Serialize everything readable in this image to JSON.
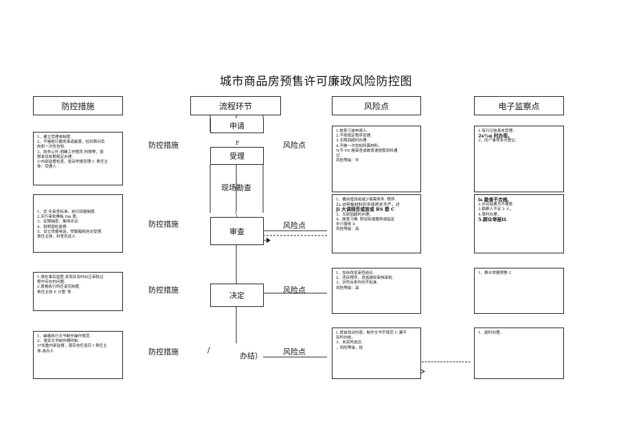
{
  "title": "城市商品房预售许可廉政风险防控图",
  "headers": {
    "measures": "防控措施",
    "process": "流程环节",
    "risk": "风险点",
    "monitor": "电子监察点"
  },
  "nodes": {
    "apply": "申请",
    "accept": "受理",
    "survey": "现场勘查",
    "review": "审查",
    "decide": "决定",
    "finish": "办结）",
    "accept_mark": "F",
    "finish_slash": "/"
  },
  "labels": {
    "measure": "防控措施",
    "risk": "风险点"
  },
  "rows": [
    {
      "measures": [
        "1、建立受理单制度.",
        "2、干格枢行服务承诺副度，检到首问负",
        "肉和一次性告知.",
        "3、政务公开,明确工作程序,时限等，按",
        "照承目批期规定办理.",
        "小内部监督检查，投诉举报受理 C 责任主",
        "体：受理人"
      ],
      "risks": [
        "1.故意刁迪申请人.",
        "2.不按规定程序受理.",
        "3.无限回超时办理.",
        "4.不做一次告知所需材料，",
        "%不 PE 格审查或故意速提假资料通",
        "过.",
        "风险等级：中"
      ],
      "monitor": [
        "1.有行记信息未受理，",
        "2s¾g 时办现，",
        "3、同一事项多次登记."
      ]
    },
    {
      "measures": [
        "1、优 化审查标准，执行回避制度.",
        "2.实行审批推板 lbg 度。",
        "3、定期抽查、集体评议.",
        "4、就明层检复察.",
        "5、设立举报电话，举服箱和信访受理.",
        "责任主体，科室负武人"
      ],
      "risks": [
        "1、擅自增加或减少简需条件. 程序.",
        "2s 对申报材料的市核把关不严，对",
        "Ji 大调规否或放或 RS 箭 C",
        "3、无原因超时办理，",
        "4、故意刁难. 附加有偿服务或指定",
        "中介服务 4",
        "风险等级：高"
      ],
      "monitor": [
        "ls 勘查不合格,",
        "2.评议结果为不满意.",
        "3.勘察人不足 2 人，",
        "4.草时办理，",
        "5.群众举报IL"
      ]
    },
    {
      "measures": [
        "1.强化事后监管.发现并及时纠正审批过",
        "程中存在的问题.",
        "2.度格执行所任追究制度,",
        "责任主体 E 分管`导"
      ],
      "risks": [
        "1、加自改变审查结论.",
        "2、违反程序、进盆越权审核审批.",
        "3、对符合条件的不批准.",
        "风险等级：高"
      ],
      "monitor": [
        "1、群众举报预警 C"
      ]
    },
    {
      "measures": [
        "1、幽格执行文书制作操作规范.",
        "2、落实文书制作期时制.",
        "3*加重内部监督，落实信任追究 I 责任主",
        "体:承办人"
      ],
      "risks": [
        "L 提自改动内容，制作文书不规范 C 漏不",
        "及时办结，",
        "3、未及时送达.",
        "，风险等级，抵"
      ],
      "monitor": [
        "1、超时办理。"
      ]
    }
  ]
}
